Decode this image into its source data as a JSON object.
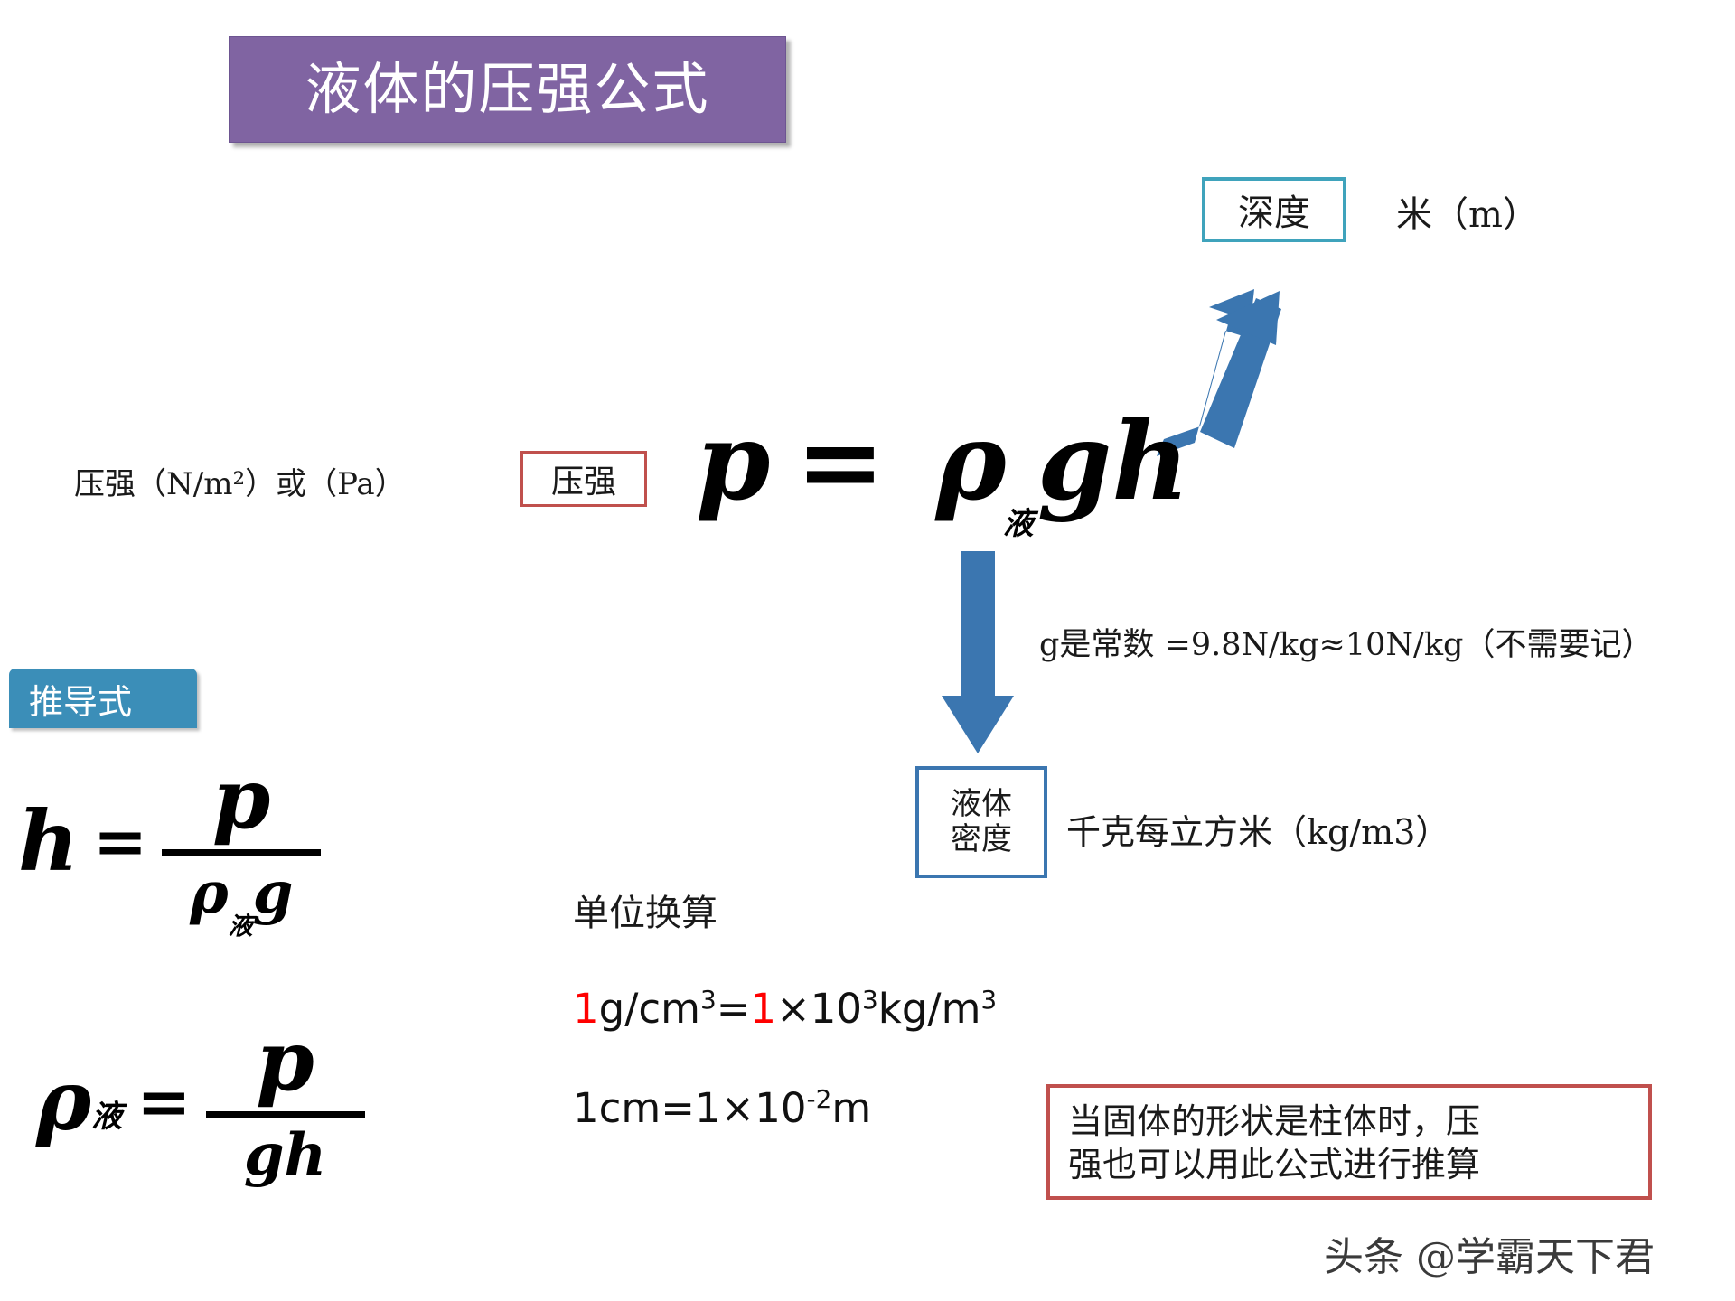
{
  "title": {
    "text": "液体的压强公式",
    "bg_color": "#8064A2",
    "text_color": "#ffffff"
  },
  "depth": {
    "box_label": "深度",
    "unit_label": "米（m）",
    "border_color": "#3FA3BC"
  },
  "pressure": {
    "box_label": "压强",
    "unit_label": "压强（N/m²）或（Pa）",
    "border_color": "#C0504D"
  },
  "density": {
    "box_label": "液体\n密度",
    "unit_label": "千克每立方米（kg/m3）",
    "border_color": "#3B76B0"
  },
  "gravity_note": "g是常数 =9.8N/kg≈10N/kg（不需要记）",
  "main_formula": {
    "p": "p",
    "equals": "=",
    "rho": "ρ",
    "rho_sub": "液",
    "g": "g",
    "h": "h"
  },
  "derive": {
    "tab_label": "推导式",
    "tab_color": "#3B8EB8",
    "formula_1": {
      "lhs": "h",
      "equals": "=",
      "numerator": "p",
      "denominator_rho": "ρ",
      "denominator_sub": "液",
      "denominator_g": "g"
    },
    "formula_2": {
      "lhs": "ρ",
      "lhs_sub": "液",
      "equals": "=",
      "numerator": "p",
      "denominator": "gh"
    }
  },
  "unit_conversion": {
    "title": "单位换算",
    "line_1": {
      "red_1": "1",
      "mid": "g/cm",
      "sup_1": "3",
      "eq": "=",
      "red_2": "1",
      "times": "×",
      "base": "10",
      "exp": "3",
      "tail": "kg/m",
      "tail_sup": "3"
    },
    "line_2": {
      "lead": "1cm=1",
      "times": "×",
      "base": "10",
      "exp": "-2",
      "tail": "m"
    },
    "red_color": "#FF0000"
  },
  "note": {
    "text": "当固体的形状是柱体时，压\n强也可以用此公式进行推算",
    "border_color": "#C0504D"
  },
  "arrows": {
    "up_arrow_color": "#3B76B0",
    "down_arrow_color": "#3B76B0"
  },
  "watermark": "头条 @学霸天下君"
}
